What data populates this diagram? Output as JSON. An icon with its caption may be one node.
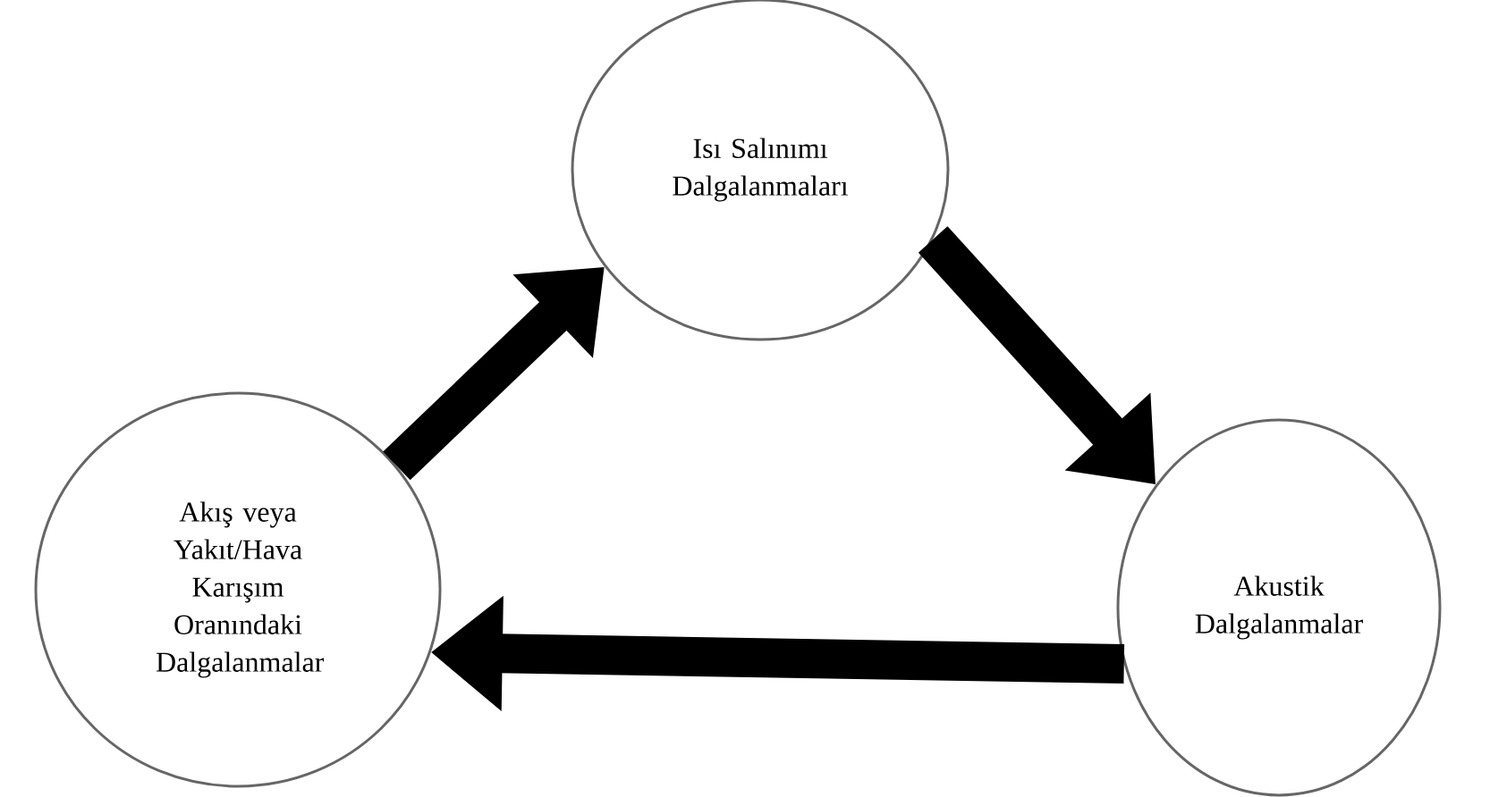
{
  "diagram": {
    "nodes": [
      {
        "text": [
          "Akış veya Yakıt/Hava Karışım Oranındaki Dalgalanmalar"
        ]
      },
      {
        "text": [
          "Isı Salınımı Dalgalanmaları"
        ]
      },
      {
        "text": [
          "Akustik Dalgalanmalar"
        ]
      }
    ],
    "edges": [
      {
        "from": 0,
        "to": 1,
        "arrow": "to"
      },
      {
        "from": 1,
        "to": 2,
        "arrow": "to"
      },
      {
        "from": 2,
        "to": 0,
        "arrow": "to"
      }
    ]
  }
}
